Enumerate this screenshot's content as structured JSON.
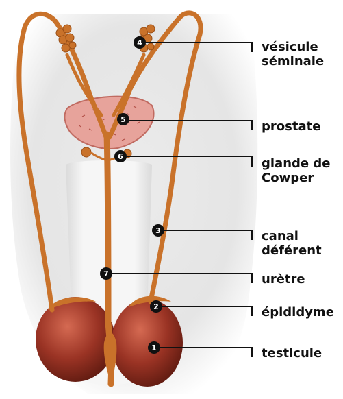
{
  "labels": {
    "l4_line1": "vésicule",
    "l4_line2": "séminale",
    "l5": "prostate",
    "l6_line1": "glande de",
    "l6_line2": "Cowper",
    "l3_line1": "canal",
    "l3_line2": "déférent",
    "l7": "urètre",
    "l2": "épididyme",
    "l1": "testicule"
  },
  "markers": [
    "4",
    "5",
    "6",
    "3",
    "7",
    "2",
    "1"
  ],
  "colors": {
    "duct": "#c9722a",
    "duct_dark": "#9a4f17",
    "testis": "#8e2c1f",
    "prostate": "#e7a39b",
    "body_shade": "#dcdcdc",
    "marker": "#111111"
  }
}
